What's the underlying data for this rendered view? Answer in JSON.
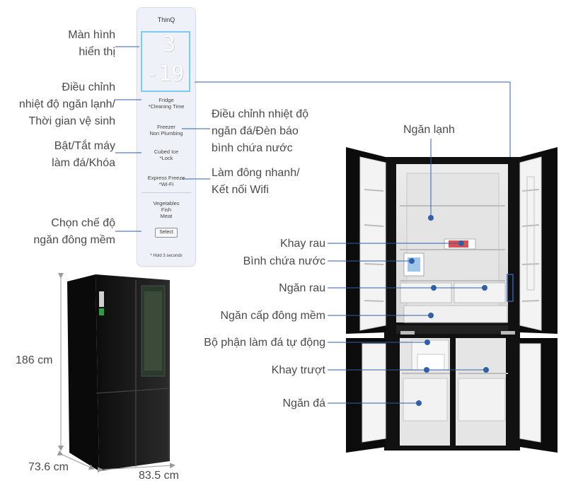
{
  "colors": {
    "callout": "#3a6db5",
    "dimension": "#9a9a9a",
    "fridge_body": "#141414"
  },
  "panel": {
    "brand": "ThinQ",
    "display_top": "3",
    "display_bottom": "-19",
    "fridge": "Fridge",
    "fridge_sub": "*Cleaning Time",
    "freezer": "Freezer",
    "freezer_sub": "Non Plumbing",
    "cubed": "Cubed Ice",
    "cubed_sub": "*Lock",
    "express": "Express Freeze",
    "express_sub": "*Wi-Fi",
    "vegetables": "Vegetables",
    "fish": "Fish",
    "meat": "Meat",
    "select": "Select",
    "hold": "* Hold 3 seconds"
  },
  "panel_labels": {
    "display": [
      "Màn hình",
      "hiển thị"
    ],
    "fridge_temp": [
      "Điều chỉnh",
      "nhiệt độ ngăn lạnh/",
      "Thời gian vệ sinh"
    ],
    "ice_maker": [
      "Bật/Tắt máy",
      "làm đá/Khóa"
    ],
    "soft_freeze": [
      "Chọn chế độ",
      "ngăn đông mềm"
    ],
    "freezer_temp": [
      "Điều chỉnh nhiệt độ",
      "ngăn đá/Đèn báo",
      "bình chứa nước"
    ],
    "express": [
      "Làm đông nhanh/",
      "Kết nối Wifi"
    ]
  },
  "fridge_labels": {
    "cool": "Ngăn lạnh",
    "veg_tray": "Khay rau",
    "water_tank": "Bình chứa nước",
    "veg_drawer": "Ngăn rau",
    "soft_freeze": "Ngăn cấp đông mềm",
    "ice_maker": "Bộ phận làm đá tự động",
    "slide_tray": "Khay trượt",
    "freezer": "Ngăn đá"
  },
  "dimensions": {
    "height": "186 cm",
    "depth": "73.6 cm",
    "width": "83.5 cm"
  }
}
